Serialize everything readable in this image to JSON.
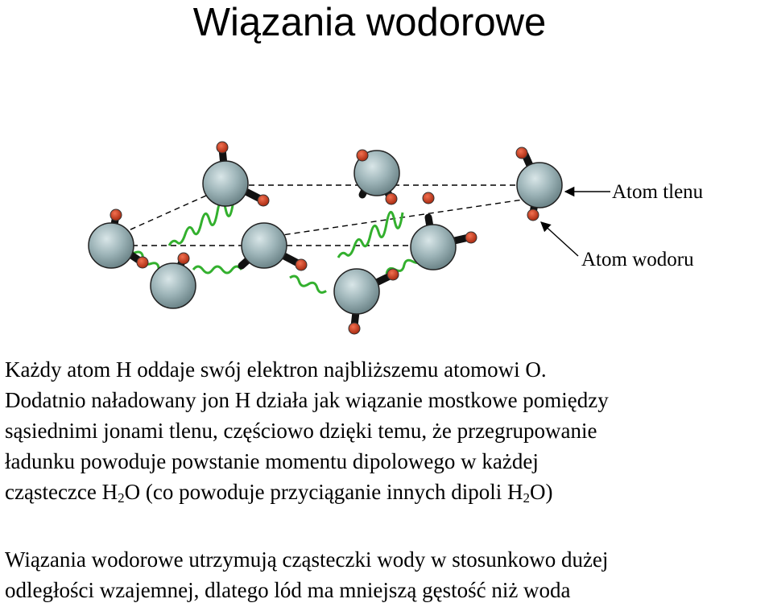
{
  "title": "Wiązania wodorowe",
  "labels": {
    "oxygen": "Atom tlenu",
    "hydrogen": "Atom wodoru"
  },
  "colors": {
    "oxygen_atom": "#8fa8ad",
    "hydrogen_atom": "#cc3a1a",
    "hydrogen_bond": "#33b02e",
    "covalent_bond": "#111111"
  },
  "paragraph1": {
    "line1": "Każdy atom H oddaje swój elektron najbliższemu atomowi O.",
    "line2": "Dodatnio naładowany jon H działa jak wiązanie mostkowe pomiędzy",
    "line3": "sąsiednimi jonami tlenu, częściowo dzięki temu, że przegrupowanie",
    "line4": "ładunku powoduje powstanie momentu dipolowego w każdej",
    "line5_a": "cząsteczce H",
    "sub1": "2",
    "line5_b": "O (co powoduje przyciąganie innych dipoli H",
    "sub2": "2",
    "line5_c": "O)"
  },
  "paragraph2": {
    "line1": "Wiązania wodorowe utrzymują cząsteczki wody w stosunkowo dużej",
    "line2": "odległości wzajemnej, dlatego lód ma mniejszą gęstość niż woda"
  }
}
